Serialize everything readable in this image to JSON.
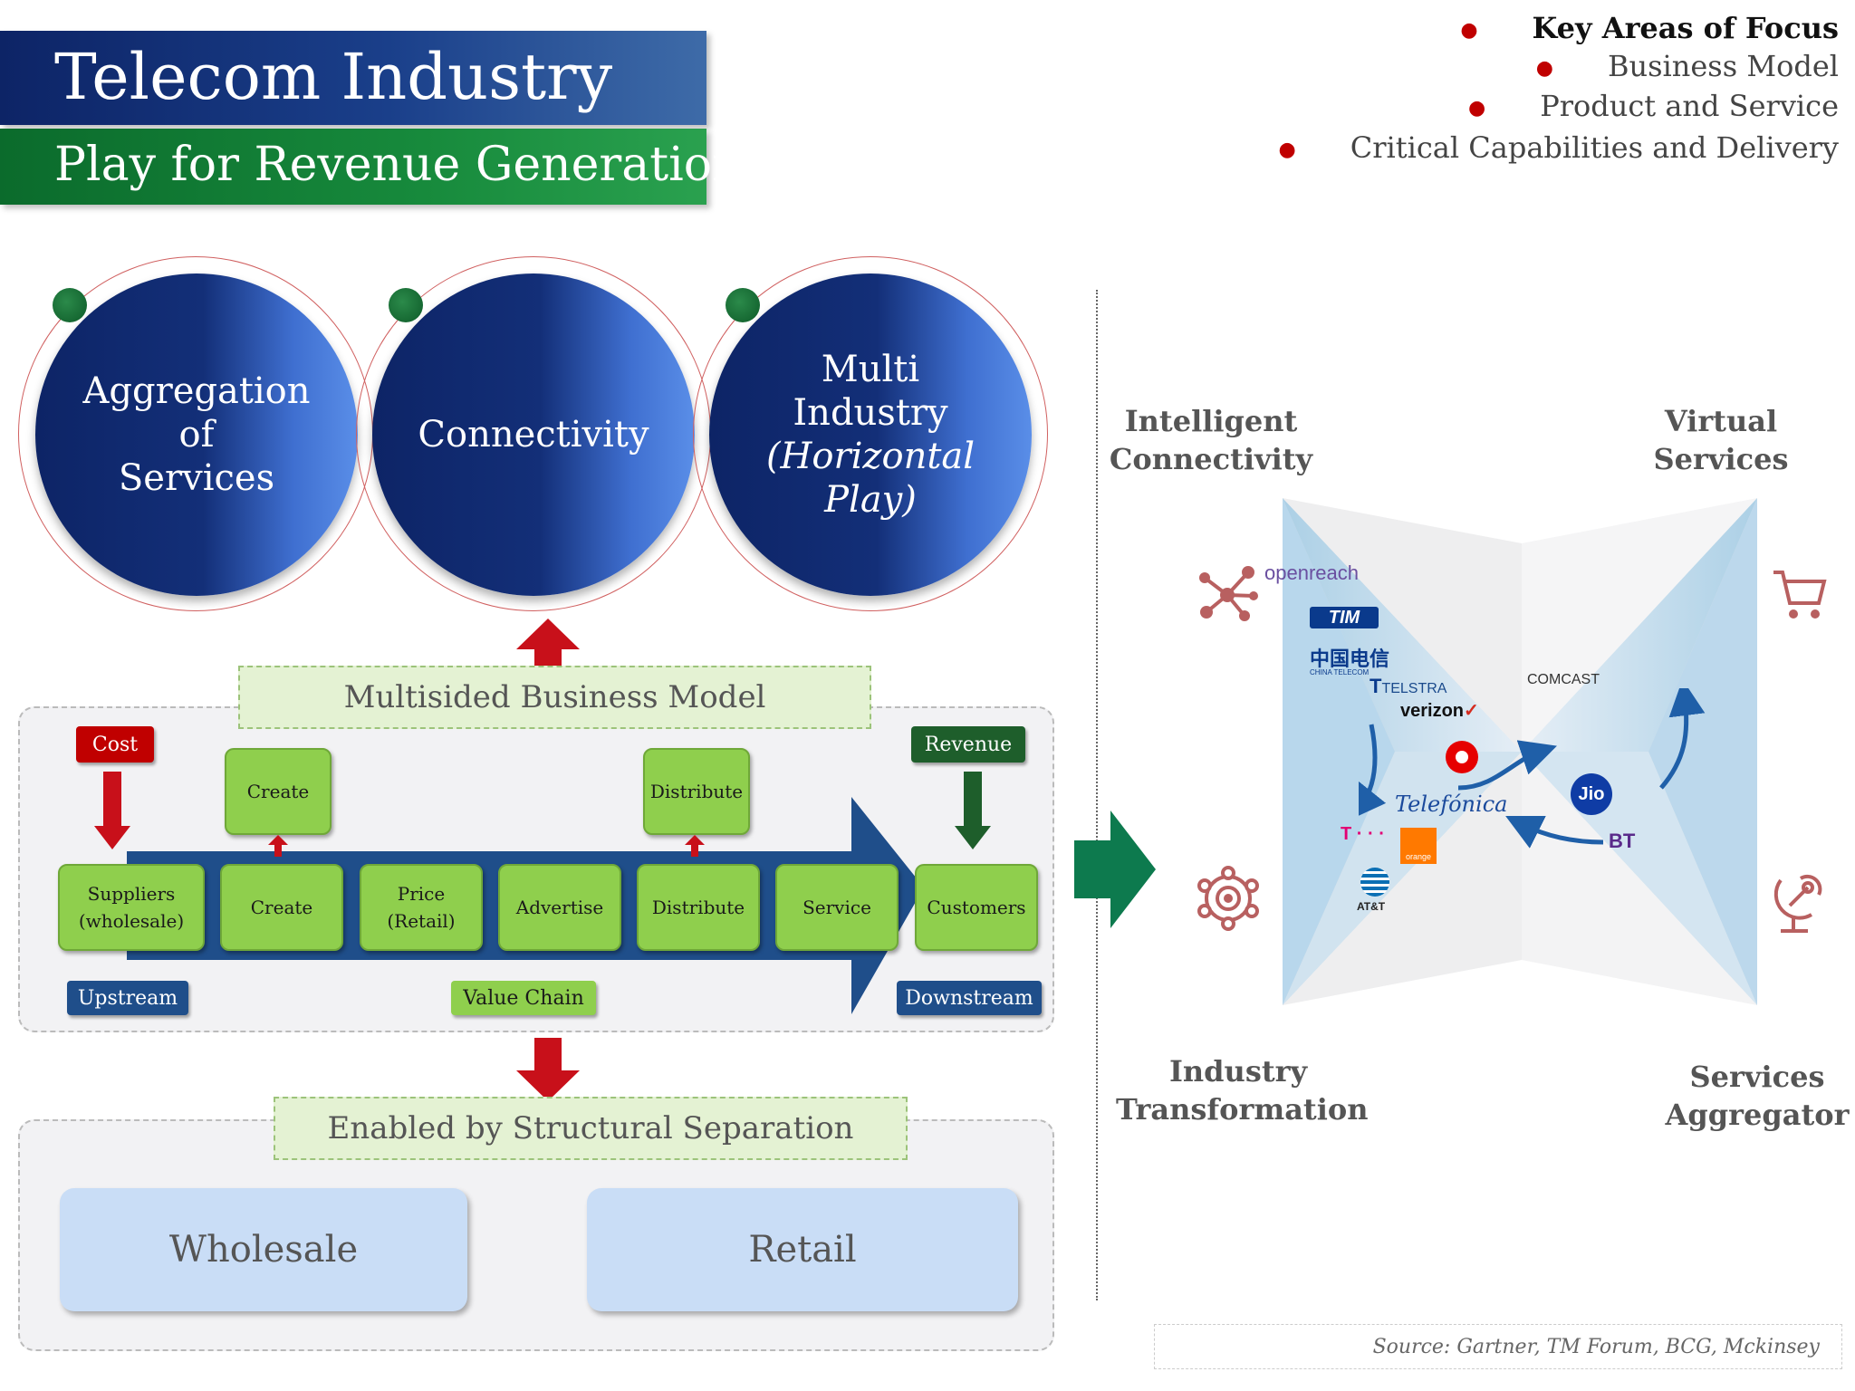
{
  "header": {
    "title": "Telecom Industry",
    "subtitle": "Play for Revenue Generation"
  },
  "focus": {
    "heading": "Key Areas of Focus",
    "items": [
      "Business Model",
      "Product and Service",
      "Critical Capabilities and Delivery"
    ]
  },
  "circles": [
    {
      "lines": [
        "Aggregation",
        "of",
        "Services"
      ]
    },
    {
      "lines": [
        "Connectivity"
      ]
    },
    {
      "lines": [
        "Multi",
        "Industry",
        "(Horizontal",
        "Play)"
      ]
    }
  ],
  "business_model": {
    "label": "Multisided Business Model",
    "cost": "Cost",
    "revenue": "Revenue",
    "top_boxes": {
      "create": "Create",
      "distribute": "Distribute"
    },
    "value_chain": [
      "Suppliers (wholesale)",
      "Create",
      "Price (Retail)",
      "Advertise",
      "Distribute",
      "Service",
      "Customers"
    ],
    "upstream": "Upstream",
    "value_chain_label": "Value Chain",
    "downstream": "Downstream"
  },
  "separation": {
    "label": "Enabled by Structural Separation",
    "wholesale": "Wholesale",
    "retail": "Retail"
  },
  "quadrants": {
    "top_left": [
      "Intelligent",
      "Connectivity"
    ],
    "top_right": [
      "Virtual",
      "Services"
    ],
    "bottom_left": [
      "Industry",
      "Transformation"
    ],
    "bottom_right": [
      "Services",
      "Aggregator"
    ]
  },
  "logos": {
    "openreach": "openreach",
    "tim": "TIM",
    "china_telecom": "中国电信",
    "china_telecom_sub": "CHINA TELECOM",
    "telstra": "TELSTRA",
    "verizon": "verizon",
    "comcast": "COMCAST",
    "telefonica": "Telefónica",
    "jio": "Jio",
    "bt": "BT",
    "tmobile": "T · · ·",
    "orange": "orange",
    "att": "AT&T"
  },
  "icons": {
    "top_left": "network-nodes-icon",
    "top_right": "shopping-cart-icon",
    "bottom_left": "iot-hub-icon",
    "bottom_right": "satellite-dish-icon"
  },
  "colors": {
    "title_blue": "#0d2466",
    "subtitle_green": "#178a3c",
    "cost_red": "#c00000",
    "revenue_green": "#1e5e2b",
    "box_green": "#8fcf4d",
    "chain_blue": "#1f4e8a",
    "bullet_red": "#c00000",
    "icon_rose": "#b86060"
  },
  "source": "Source: Gartner, TM Forum, BCG, Mckinsey"
}
